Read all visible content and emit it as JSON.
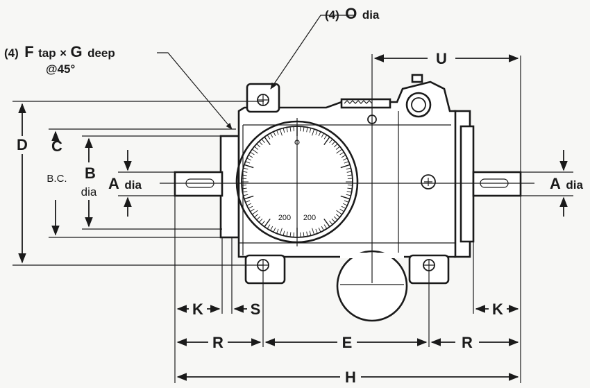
{
  "callouts": {
    "o_qty": "(4)",
    "o_letter": "O",
    "o_suffix": "dia",
    "f_qty": "(4)",
    "f_letter": "F",
    "f_mid": "tap",
    "f_times": "×",
    "f_letter2": "G",
    "f_suffix": "deep",
    "f_angle": "@45°"
  },
  "dimensions": {
    "D": "D",
    "C": "C",
    "bc": "B.C.",
    "B": "B",
    "b_dia": "dia",
    "A_left": "A",
    "A_left_dia": "dia",
    "A_right": "A",
    "A_right_dia": "dia",
    "U": "U",
    "K_left": "K",
    "S": "S",
    "K_right": "K",
    "R_left": "R",
    "E": "E",
    "R_right": "R",
    "H": "H"
  },
  "dial": {
    "label_left": "200",
    "label_right": "200"
  },
  "colors": {
    "ink": "#1a1a1a",
    "paper": "#f7f7f5"
  }
}
